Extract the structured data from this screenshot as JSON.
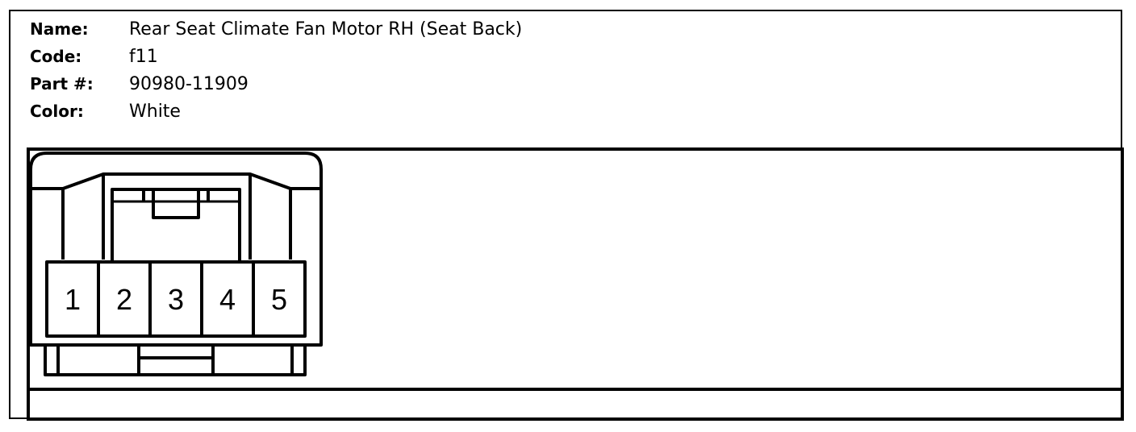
{
  "connector": {
    "name_label": "Name:",
    "name_value": "Rear Seat Climate Fan Motor RH (Seat Back)",
    "code_label": "Code:",
    "code_value": "f11",
    "part_label": "Part #:",
    "part_value": "90980-11909",
    "color_label": "Color:",
    "color_value": "White"
  },
  "pins": [
    "1",
    "2",
    "3",
    "4",
    "5"
  ]
}
